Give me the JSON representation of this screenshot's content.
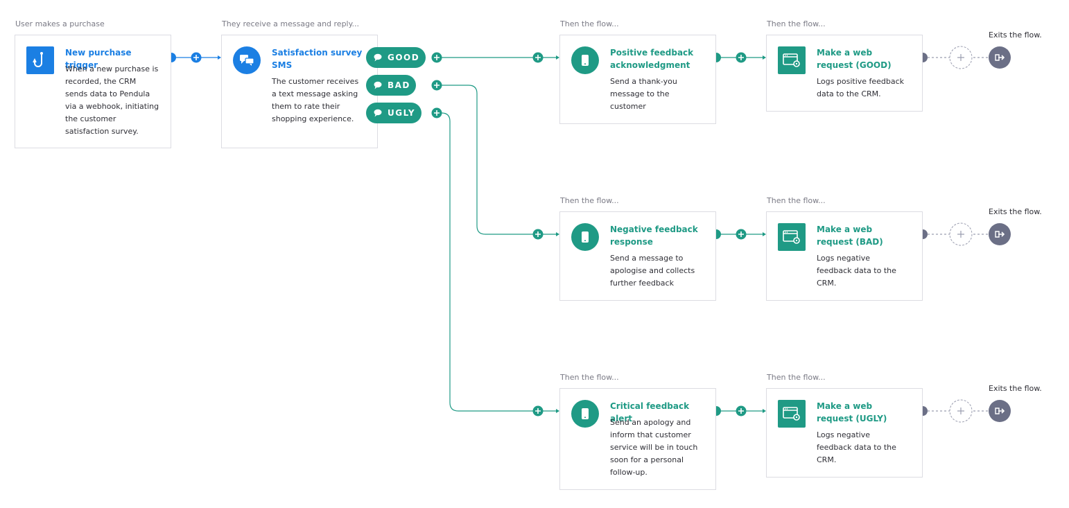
{
  "stages": {
    "trigger": "User makes a purchase",
    "survey": "They receive a message and reply...",
    "flow": "Then the flow...",
    "exit": "Exits the flow."
  },
  "trigger_card": {
    "icon": "hook-icon",
    "title": "New purchase trigger",
    "description": "When a new purchase is recorded, the CRM sends data to Pendula via a webhook, initiating the customer satisfaction survey."
  },
  "survey_card": {
    "icon": "chat-bubbles-icon",
    "title": "Satisfaction survey SMS",
    "description": "The customer receives a text message asking them to rate their shopping experience."
  },
  "replies": [
    {
      "label": "GOOD",
      "icon": "speech-bubble-icon"
    },
    {
      "label": "BAD",
      "icon": "speech-bubble-icon"
    },
    {
      "label": "UGLY",
      "icon": "speech-bubble-icon"
    }
  ],
  "branches": [
    {
      "message": {
        "icon": "mobile-phone-icon",
        "title": "Positive feedback acknowledgment",
        "description": "Send a thank-you message to the customer"
      },
      "webrequest": {
        "icon": "web-request-icon",
        "title": "Make a web request (GOOD)",
        "description": "Logs positive feedback data to the CRM."
      }
    },
    {
      "message": {
        "icon": "mobile-phone-icon",
        "title": "Negative feedback response",
        "description": "Send a message to apologise and collects further feedback"
      },
      "webrequest": {
        "icon": "web-request-icon",
        "title": "Make a web request (BAD)",
        "description": "Logs negative feedback data to the CRM."
      }
    },
    {
      "message": {
        "icon": "mobile-phone-icon",
        "title": "Critical feedback alert",
        "description": "Send an apology and inform that customer service will be in touch soon for a personal follow-up."
      },
      "webrequest": {
        "icon": "web-request-icon",
        "title": "Make a web request (UGLY)",
        "description": "Logs negative feedback data to the CRM."
      }
    }
  ],
  "colors": {
    "trigger_blue": "#1b7fe3",
    "flow_green": "#1f9a85",
    "exit_grey": "#6b6f86",
    "border": "#dcdce2"
  }
}
